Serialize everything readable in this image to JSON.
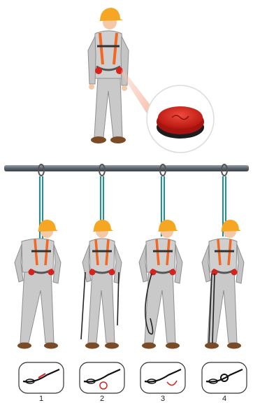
{
  "steps": [
    {
      "number": "1"
    },
    {
      "number": "2"
    },
    {
      "number": "3"
    },
    {
      "number": "4"
    }
  ],
  "icons": {
    "worker": "worker-icon",
    "magnifier": "magnifier-icon",
    "button": "suspension-trauma-button-icon",
    "rail": "overhead-rail-icon",
    "lanyard": "lanyard-icon",
    "strap": "relief-strap-icon"
  },
  "colors": {
    "helmet": "#f5a623",
    "suit": "#c9c9c9",
    "suit_shadow": "#9b9b9b",
    "harness": "#f26722",
    "button_red": "#d8231c",
    "magnifier_glow": "#f5b9a4",
    "rail": "#6c7680",
    "lanyard": "#2f8c8c",
    "strap": "#222222"
  }
}
